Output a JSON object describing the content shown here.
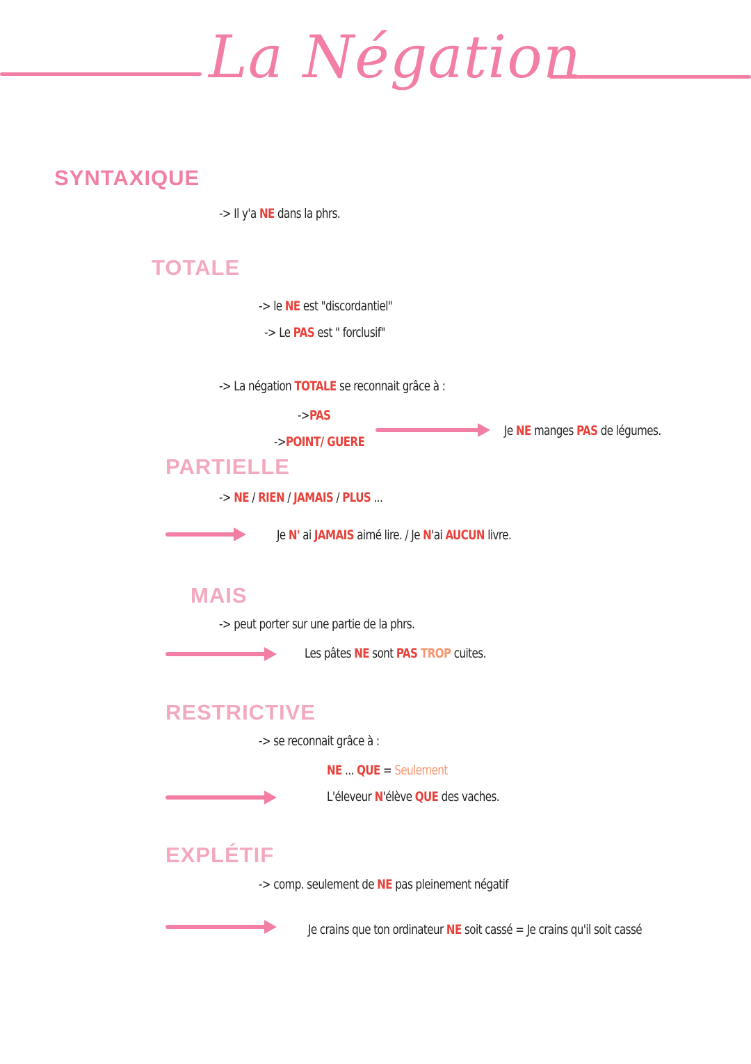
{
  "title": "La Négation",
  "syntaxique": {
    "heading": "SYNTAXIQUE",
    "line": {
      "a": "-> Il y'a ",
      "ne": "NE",
      "b": " dans la phrs."
    }
  },
  "totale": {
    "heading": "TOTALE",
    "line1": {
      "a": "-> le ",
      "ne": "NE",
      "b": " est \"discordantiel\""
    },
    "line2": {
      "a": "-> Le ",
      "pas": "PAS",
      "b": " est \" forclusif\""
    },
    "line3": {
      "a": "-> La négation ",
      "totale": "TOTALE",
      "b": " se reconnait grâce à :"
    },
    "item1": {
      "a": "->",
      "pas": "PAS"
    },
    "item2": {
      "a": "->",
      "pg": "POINT/ GUERE"
    },
    "example": {
      "a": "Je ",
      "ne": "NE",
      "b": " manges ",
      "pas": "PAS",
      "c": " de légumes."
    }
  },
  "partielle": {
    "heading": "PARTIELLE",
    "line": {
      "a": "-> ",
      "ne": "NE",
      "s1": " / ",
      "rien": "RIEN",
      "s2": " / ",
      "jamais": "JAMAIS",
      "s3": " / ",
      "plus": "PLUS",
      "d": " ..."
    },
    "example": {
      "a": "Je ",
      "n1": "N'",
      "b": " ai ",
      "jamais": "JAMAIS",
      "c": " aimé lire. / Je ",
      "n2": "N",
      "d": "'ai ",
      "aucun": "AUCUN",
      "e": " livre."
    }
  },
  "mais": {
    "heading": "MAIS",
    "line": "-> peut porter sur une partie de la phrs.",
    "example": {
      "a": "Les  pâtes ",
      "ne": "NE",
      "b": " sont  ",
      "pas": "PAS",
      "trop": " TROP",
      "c": " cuites."
    }
  },
  "restrictive": {
    "heading": "RESTRICTIVE",
    "line": "-> se reconnait grâce à :",
    "rule": {
      "ne": "NE",
      "dots": " ... ",
      "que": "QUE",
      "eq": " = ",
      "seulement": "Seulement"
    },
    "example": {
      "a": "L'éleveur  ",
      "n": "N",
      "b": "'élève ",
      "que": "QUE",
      "c": " des vaches."
    }
  },
  "expletif": {
    "heading": "EXPLÉTIF",
    "line": {
      "a": "-> comp. seulement de ",
      "ne": "NE",
      "b": " pas pleinement négatif"
    },
    "example": {
      "a": "Je crains que ton ordinateur ",
      "ne": "NE",
      "b": " soit cassé = Je crains qu'il soit cassé"
    }
  },
  "colors": {
    "accent": "#f27fa3",
    "accent_light": "#f3a9bd",
    "red": "#e8413a",
    "orange": "#f5966e"
  }
}
